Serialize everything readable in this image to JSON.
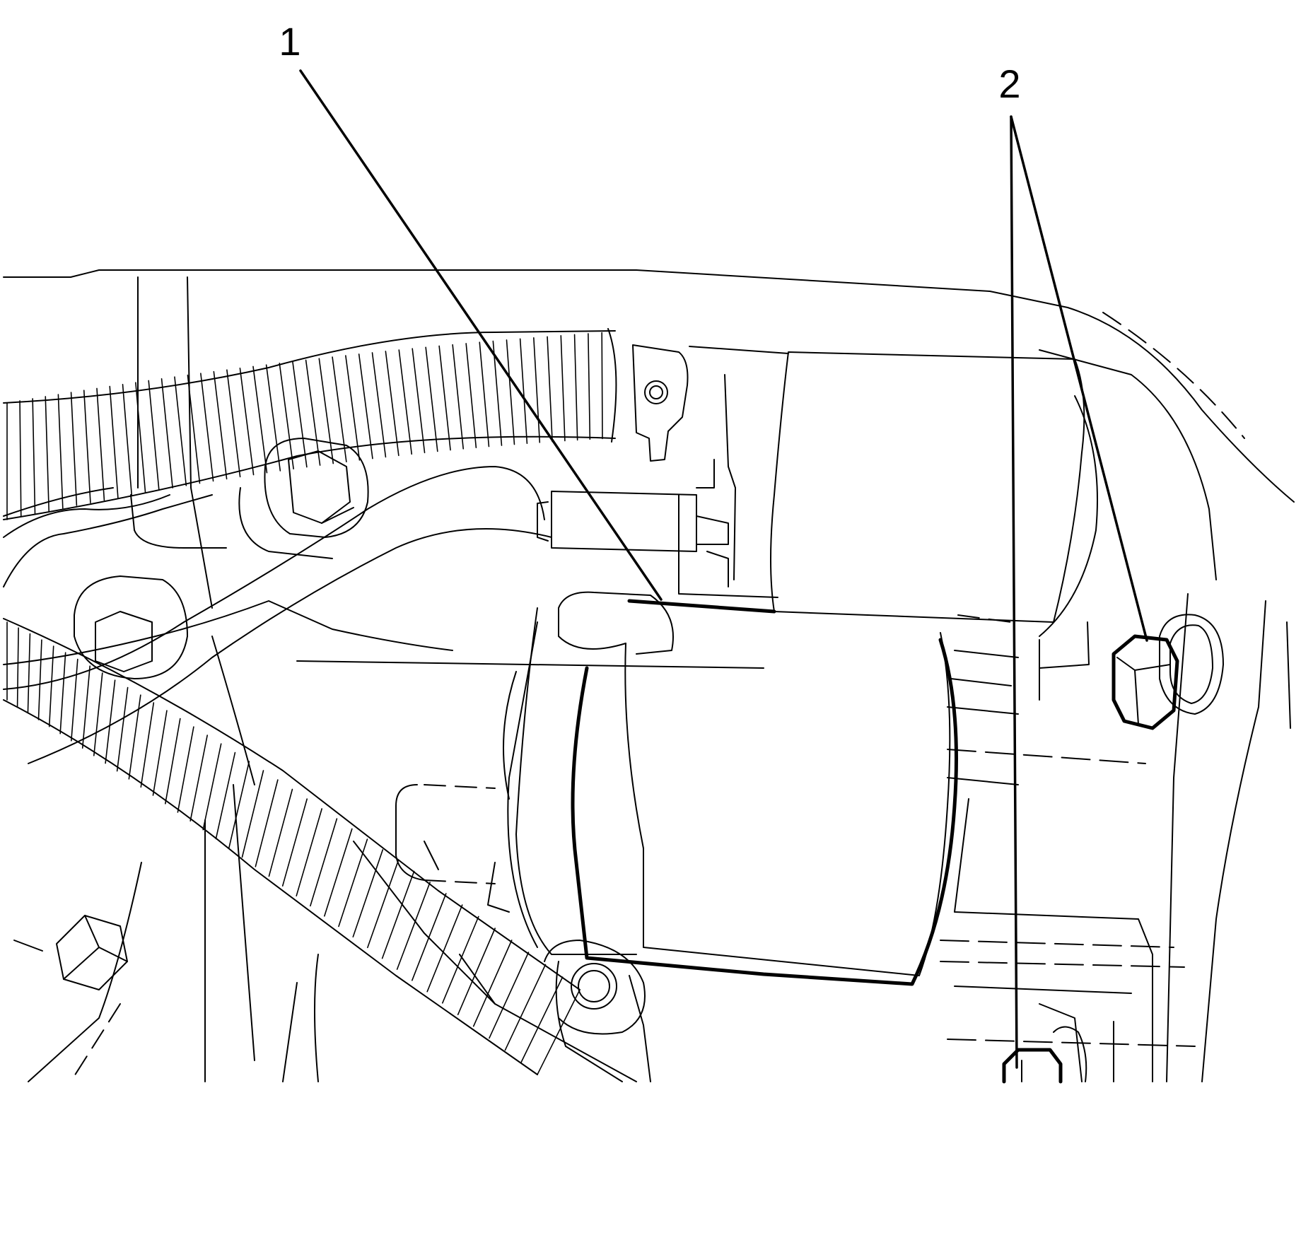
{
  "diagram": {
    "callouts": [
      {
        "id": "1",
        "label": "1"
      },
      {
        "id": "2",
        "label": "2"
      }
    ],
    "colors": {
      "line": "#000000",
      "background": "#ffffff"
    }
  }
}
